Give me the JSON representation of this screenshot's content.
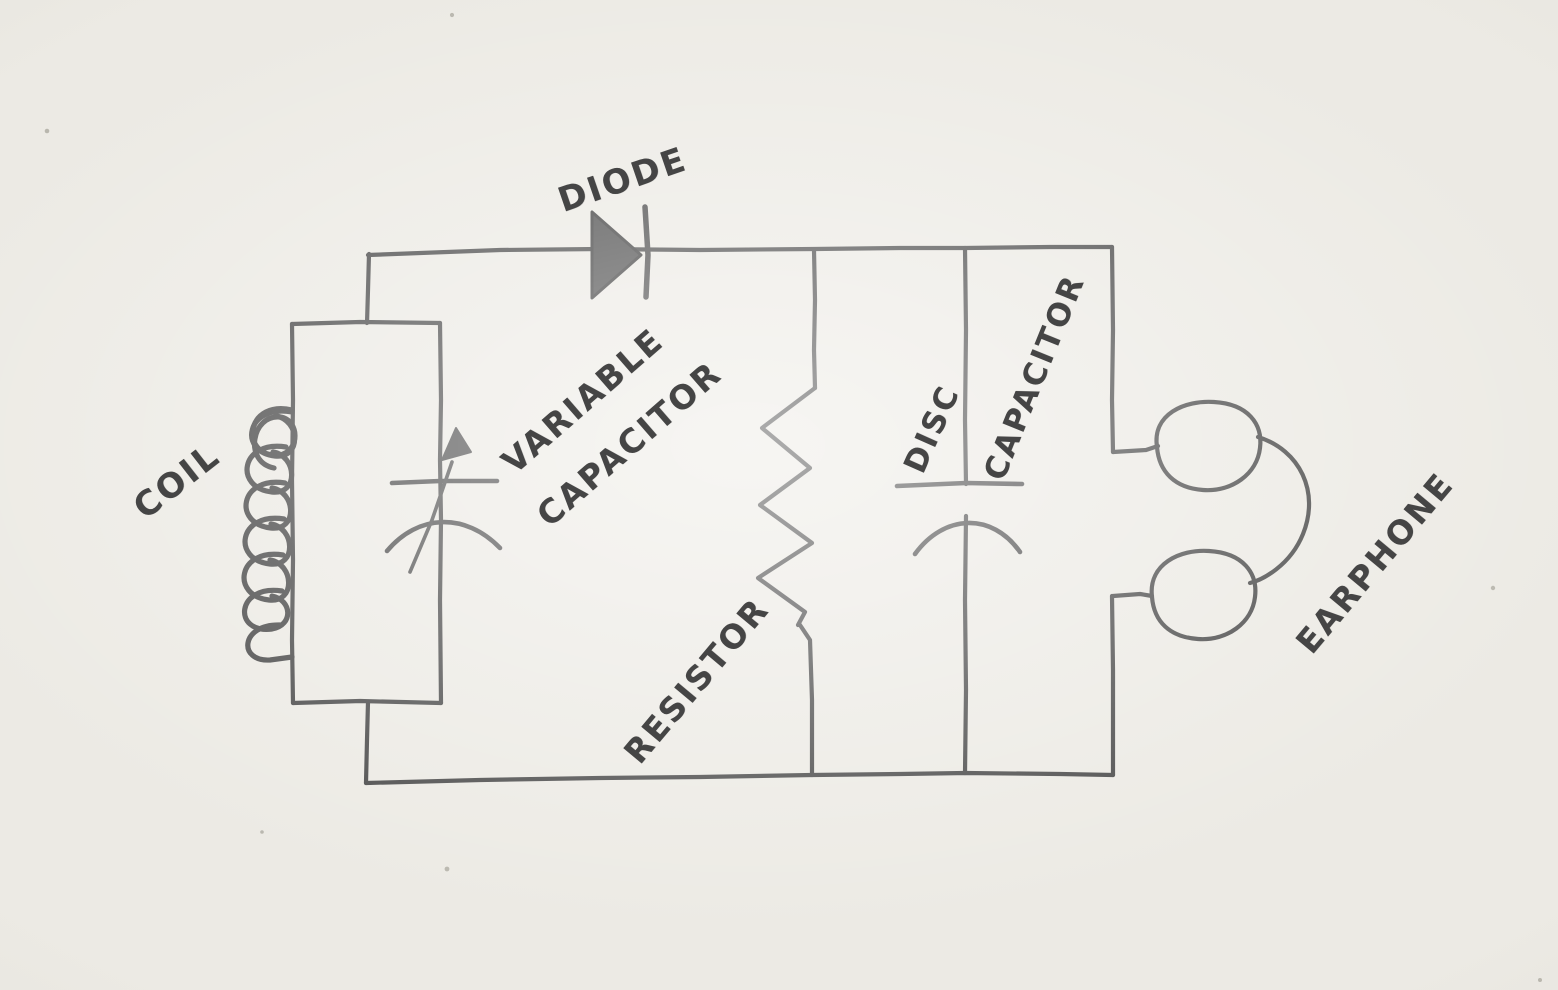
{
  "diagram": {
    "title": "Crystal radio receiver hand sketch",
    "medium": "pencil on paper",
    "paper_color": "#eceae4",
    "ink_color": "#4b4b4b",
    "labels": {
      "coil": "COIL",
      "variable_capacitor_line1": "VARIABLE",
      "variable_capacitor_line2": "CAPACITOR",
      "diode": "DIODE",
      "resistor": "RESISTOR",
      "disc": "DISC",
      "capacitor": "CAPACITOR",
      "earphone": "EARPHONE"
    },
    "components": [
      {
        "name": "COIL",
        "symbol": "inductor-helix"
      },
      {
        "name": "VARIABLE CAPACITOR",
        "symbol": "variable-capacitor"
      },
      {
        "name": "DIODE",
        "symbol": "diode"
      },
      {
        "name": "RESISTOR",
        "symbol": "zigzag-resistor"
      },
      {
        "name": "DISC CAPACITOR",
        "symbol": "capacitor"
      },
      {
        "name": "EARPHONE",
        "symbol": "headphone-pair"
      }
    ]
  }
}
